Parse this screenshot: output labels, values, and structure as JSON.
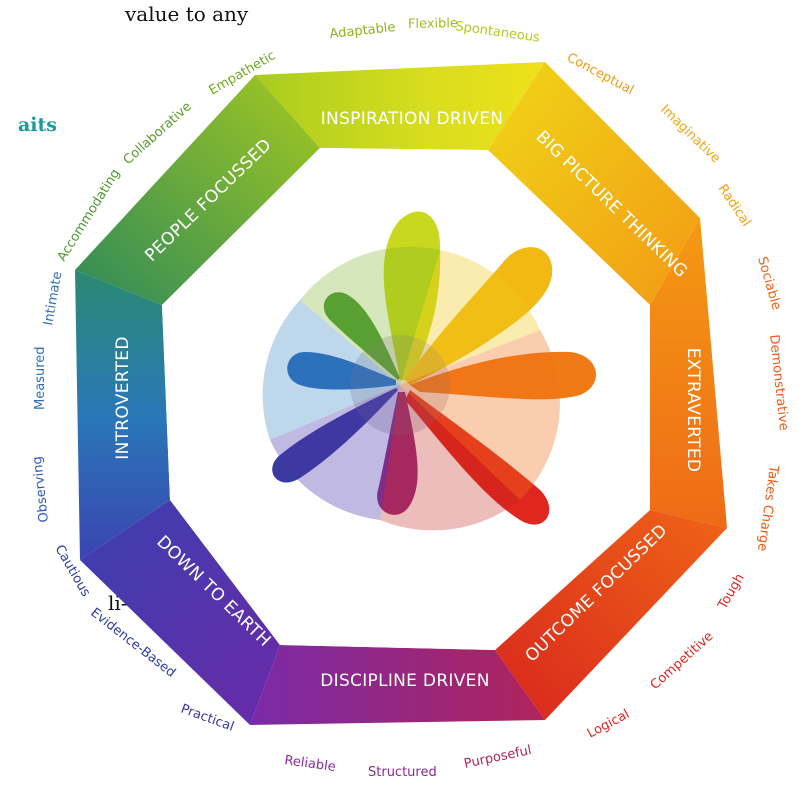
{
  "fragments": {
    "top_text": "value to any",
    "heading_partial": "aits",
    "left_partial": "li-"
  },
  "bands": {
    "top": "INSPIRATION DRIVEN",
    "top_right": "BIG PICTURE THINKING",
    "right": "EXTRAVERTED",
    "bottom_right": "OUTCOME FOCUSSED",
    "bottom": "DISCIPLINE DRIVEN",
    "bottom_left": "DOWN TO EARTH",
    "left": "INTROVERTED",
    "top_left": "PEOPLE FOCUSSED"
  },
  "traits": {
    "top": [
      "Adaptable",
      "Flexible",
      "Spontaneous"
    ],
    "top_right": [
      "Conceptual",
      "Imaginative",
      "Radical"
    ],
    "right": [
      "Sociable",
      "Demonstrative",
      "Takes Charge"
    ],
    "bottom_right": [
      "Tough",
      "Competitive",
      "Logical"
    ],
    "bottom": [
      "Purposeful",
      "Structured",
      "Reliable"
    ],
    "bottom_left": [
      "Practical",
      "Evidence-Based",
      "Cautious"
    ],
    "left": [
      "Observing",
      "Measured",
      "Intimate"
    ],
    "top_left": [
      "Empathetic",
      "Collaborative",
      "Accommodating"
    ]
  },
  "colors": {
    "yellow": "#e8e21e",
    "lime": "#a9cc1e",
    "green": "#5fa82a",
    "teal": "#2a8e7a",
    "blue": "#2e6ebf",
    "indigo": "#3a3aa0",
    "purple": "#7a2aa0",
    "magenta": "#9a2a7a",
    "red": "#e0261e",
    "orange_red": "#ef5a16",
    "orange": "#f39314",
    "amber": "#f2c414",
    "heading": "#1a9a9a"
  }
}
